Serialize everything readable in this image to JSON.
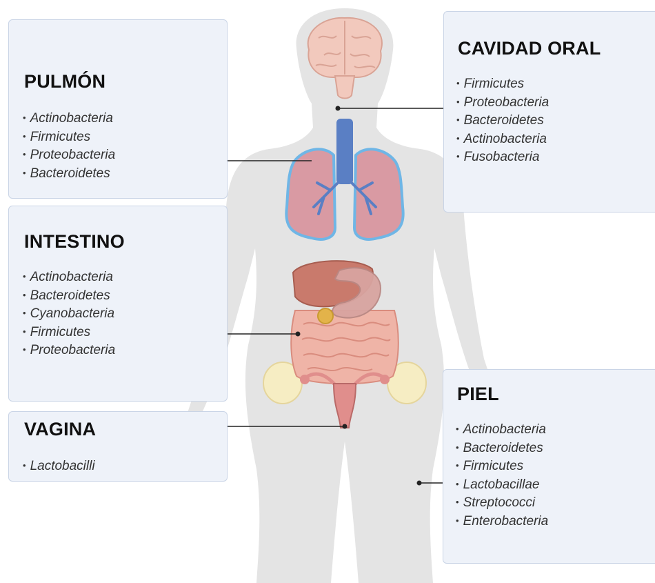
{
  "boxes": {
    "pulmon": {
      "title": "PULMÓN",
      "items": [
        "Actinobacteria",
        "Firmicutes",
        "Proteobacteria",
        "Bacteroidetes"
      ]
    },
    "intestino": {
      "title": "INTESTINO",
      "items": [
        "Actinobacteria",
        "Bacteroidetes",
        "Cyanobacteria",
        "Firmicutes",
        "Proteobacteria"
      ]
    },
    "vagina": {
      "title": "VAGINA",
      "items": [
        "Lactobacilli"
      ]
    },
    "cavidad_oral": {
      "title": "CAVIDAD ORAL",
      "items": [
        "Firmicutes",
        "Proteobacteria",
        "Bacteroidetes",
        "Actinobacteria",
        "Fusobacteria"
      ]
    },
    "piel": {
      "title": "PIEL",
      "items": [
        "Actinobacteria",
        "Bacteroidetes",
        "Firmicutes",
        "Lactobacillae",
        "Streptococci",
        "Enterobacteria"
      ]
    }
  },
  "colors": {
    "silhouette": "#e4e4e4",
    "box_fill": "#eef2f9",
    "box_border": "#c9d4e6",
    "connector": "#222222",
    "brain": "#f2c9bd",
    "lung": "#d99aa3",
    "lung_outline": "#6fb6e6",
    "trachea": "#5a7fc4",
    "liver": "#c97a6c",
    "stomach": "#d8a4a0",
    "intestine": "#efb4a7",
    "fat": "#f6edc3",
    "uterus": "#e08e8c"
  }
}
